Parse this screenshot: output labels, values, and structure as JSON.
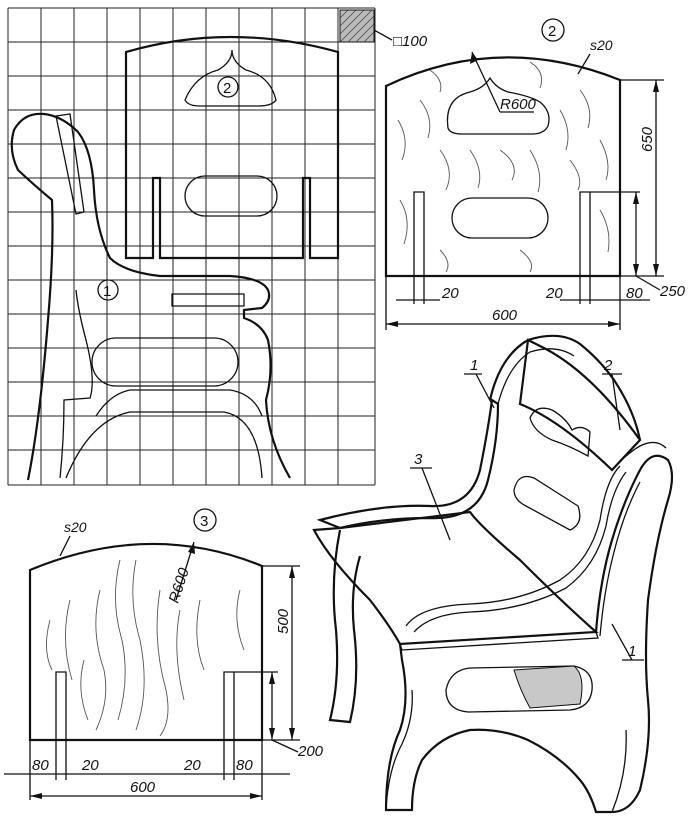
{
  "drawing": {
    "grid_scale_label": "□100",
    "part_callouts": {
      "grid_part_1": "1",
      "grid_part_2": "2",
      "back_part_2": "2",
      "seat_part_3": "3",
      "iso_part_1_top": "1",
      "iso_part_2": "2",
      "iso_part_3": "3",
      "iso_part_1_bottom": "1"
    },
    "back_panel": {
      "thickness": "s20",
      "radius": "R600",
      "height": "650",
      "slot_height": "250",
      "slot_width_left": "20",
      "slot_width_right": "20",
      "slot_offset": "80",
      "width": "600"
    },
    "seat_panel": {
      "thickness": "s20",
      "radius": "R600",
      "height": "500",
      "slot_height": "200",
      "left_offset": "80",
      "left_slot_width": "20",
      "right_slot_width": "20",
      "right_offset": "80",
      "width": "600"
    }
  }
}
